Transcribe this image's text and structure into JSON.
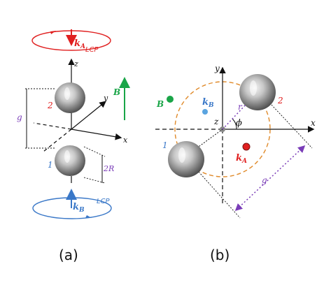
{
  "colors": {
    "red": "#e02020",
    "blue": "#3a78c8",
    "green": "#1aa548",
    "purple": "#7a3db8",
    "orange": "#e08a2a",
    "black": "#111111",
    "sphere_dark": "#5a5a5a",
    "sphere_light": "#e8e8e8"
  },
  "panel_a": {
    "caption": "(a)",
    "top_beam": {
      "k_main": "k",
      "k_sub": "A",
      "polarization": "LCP"
    },
    "bottom_beam": {
      "k_main": "k",
      "k_sub": "B",
      "polarization": "LCP"
    },
    "field_label": "B",
    "axes": {
      "z": "z",
      "y": "y",
      "x": "x"
    },
    "separation_label": "g",
    "diameter_label": "2R",
    "particle_top_label": "2",
    "particle_bottom_label": "1"
  },
  "panel_b": {
    "caption": "(b)",
    "axes": {
      "y": "y",
      "x": "x",
      "z": "z"
    },
    "angle_label": "ϕ",
    "radius_label": "r",
    "separation_label": "g",
    "field_label": "B",
    "kB_main": "k",
    "kB_sub": "B",
    "kA_main": "k",
    "kA_sub": "A",
    "particle_upper_label": "2",
    "particle_lower_label": "1"
  }
}
